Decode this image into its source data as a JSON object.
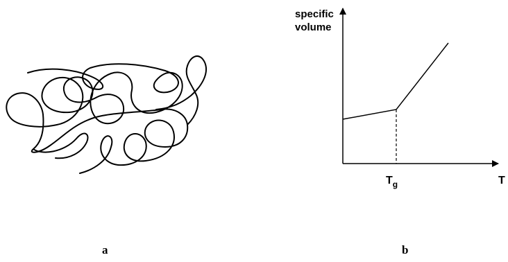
{
  "panel_a": {
    "label": "a"
  },
  "panel_b": {
    "label": "b",
    "ylabel_line1": "specific",
    "ylabel_line2": "volume",
    "xlabel": "T",
    "tg_main": "T",
    "tg_sub": "g"
  },
  "colors": {
    "ink": "#000000",
    "background": "#ffffff"
  }
}
